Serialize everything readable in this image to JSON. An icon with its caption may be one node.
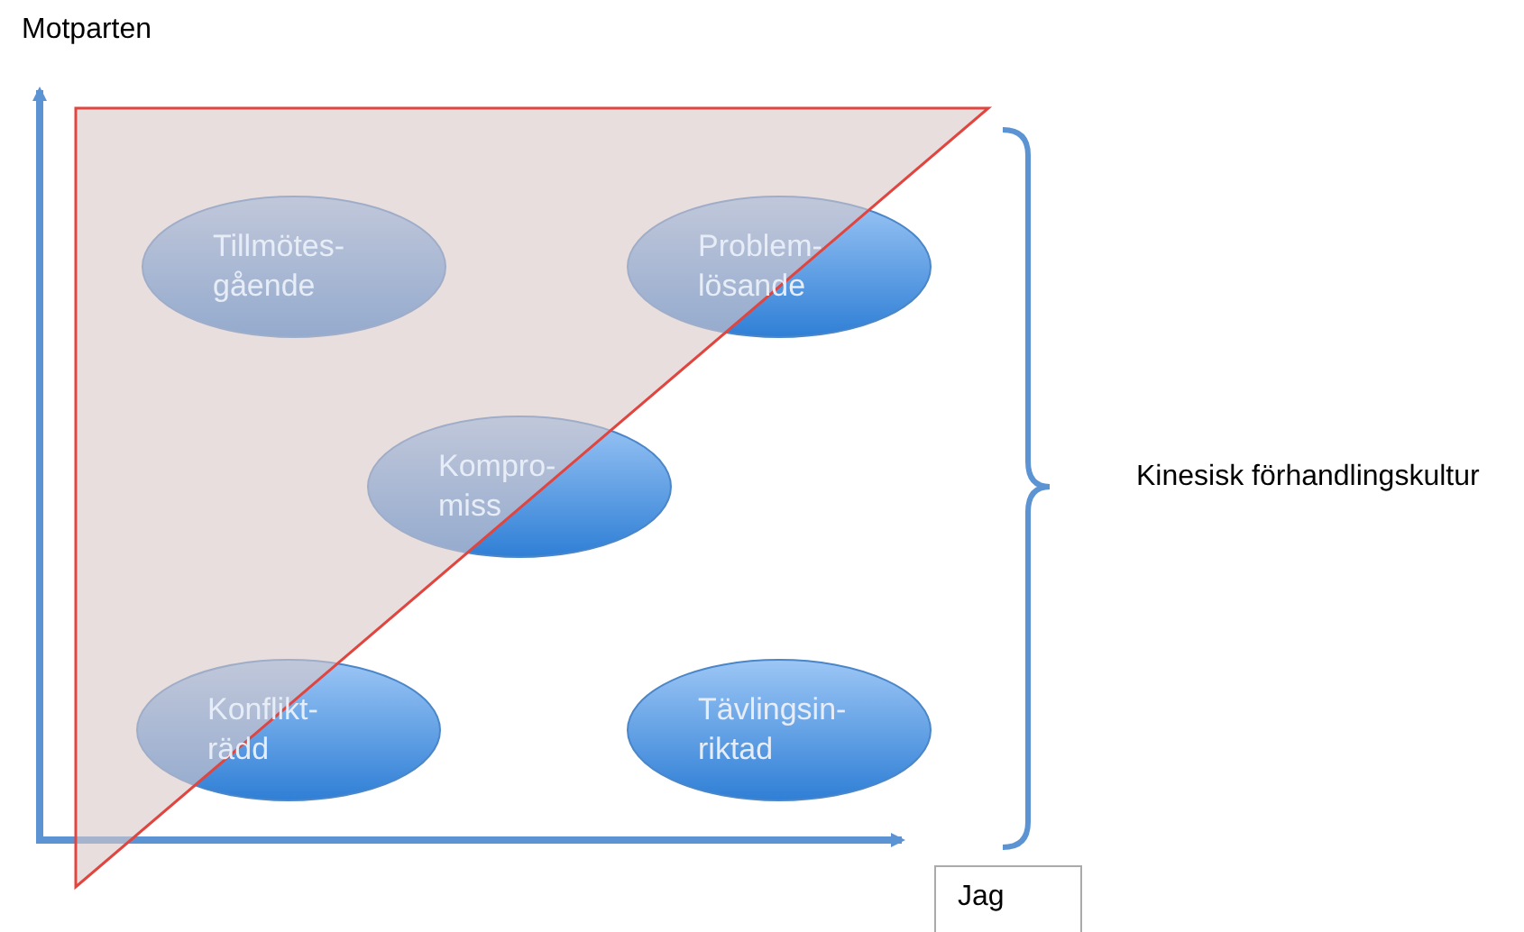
{
  "diagram": {
    "nodes": [
      {
        "text": [
          "Tillmötes- gående"
        ]
      },
      {
        "text": [
          "Problem- lösande"
        ]
      },
      {
        "text": [
          "Kompro- miss"
        ]
      },
      {
        "text": [
          "Konflikt- rädd"
        ]
      },
      {
        "text": [
          "Tävlingsin- riktad"
        ]
      },
      {
        "text": [
          "Jag"
        ]
      }
    ],
    "labels": [
      "Motparten",
      "Kinesisk förhandlingskultur"
    ]
  }
}
